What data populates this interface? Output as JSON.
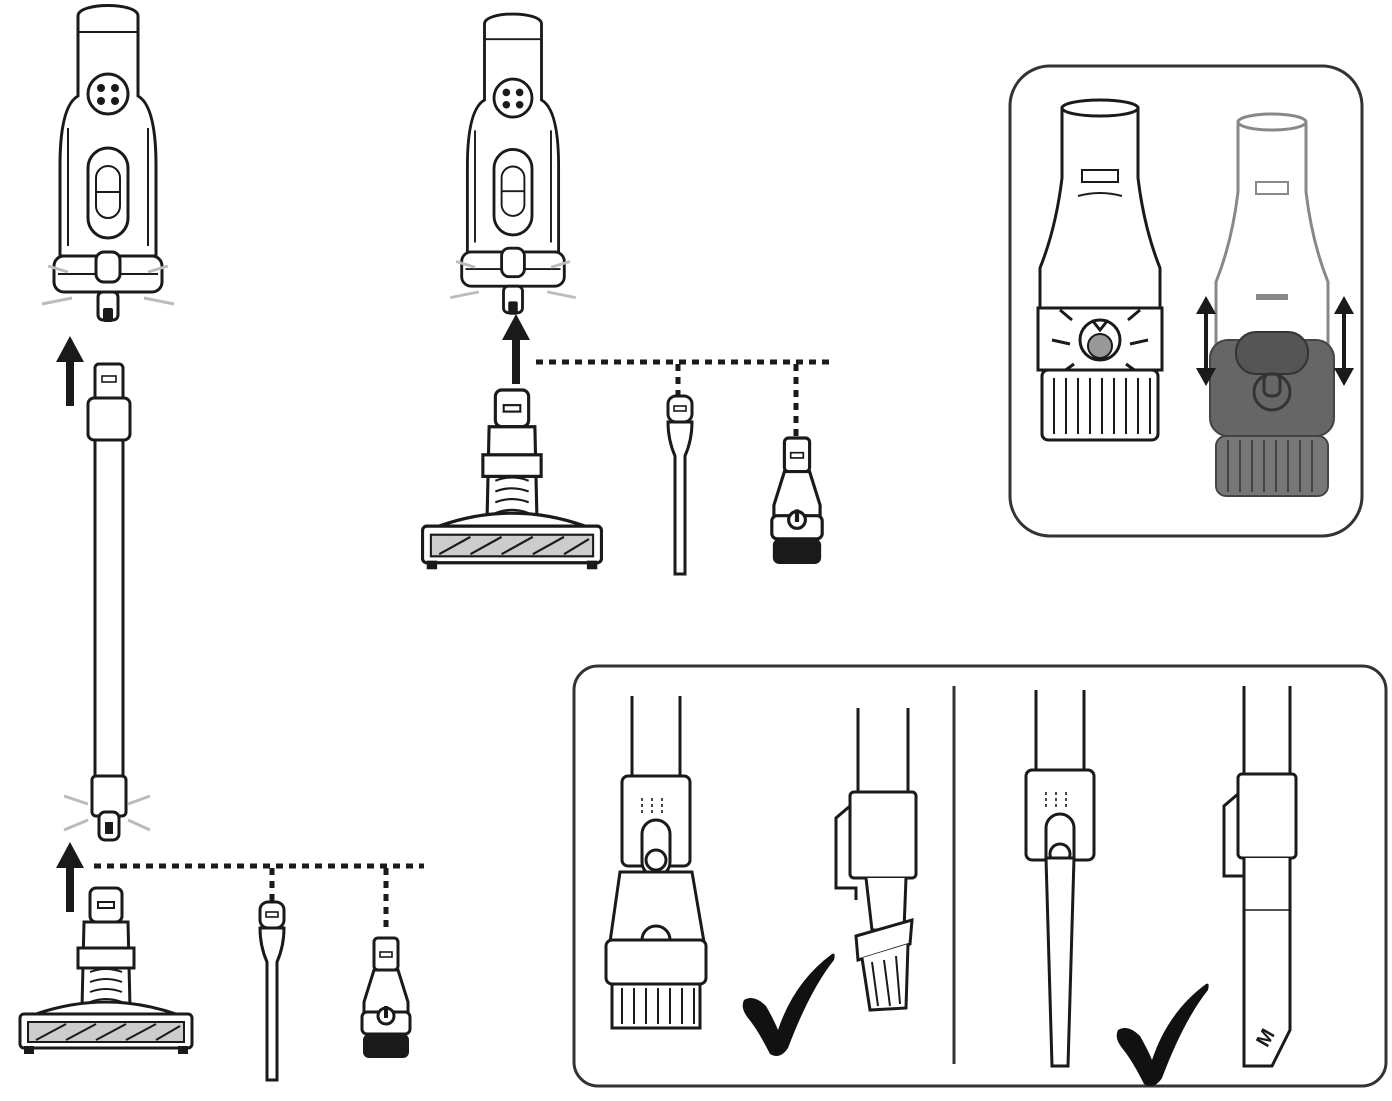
{
  "diagram": {
    "kind": "vacuum-accessory-assembly-instructions",
    "colors": {
      "line": "#1a1a1a",
      "fill": "#ffffff",
      "dark_fill": "#666666",
      "panel_border": "#333333",
      "check_mark": "#111111",
      "click_spark": "#bbbbbb"
    },
    "steps": [
      {
        "id": "full-stick-assembly",
        "parts": [
          "handheld-unit",
          "extension-wand",
          "floor-head",
          "crevice-tool",
          "dusting-brush"
        ]
      },
      {
        "id": "handheld-assembly",
        "parts": [
          "handheld-unit",
          "floor-head",
          "crevice-tool",
          "dusting-brush"
        ]
      }
    ],
    "detail_panels": [
      {
        "id": "brush-adjustment",
        "parts": [
          "dusting-brush-retracted",
          "dusting-brush-extended"
        ],
        "indicators": [
          "up-down-arrow",
          "up-down-arrow"
        ]
      },
      {
        "id": "wand-compatibility",
        "examples": [
          {
            "tool": "dusting-brush",
            "result": "check-mark"
          },
          {
            "tool": "crevice-tool",
            "result": "check-mark"
          }
        ]
      }
    ],
    "crevice_marking": "M"
  }
}
